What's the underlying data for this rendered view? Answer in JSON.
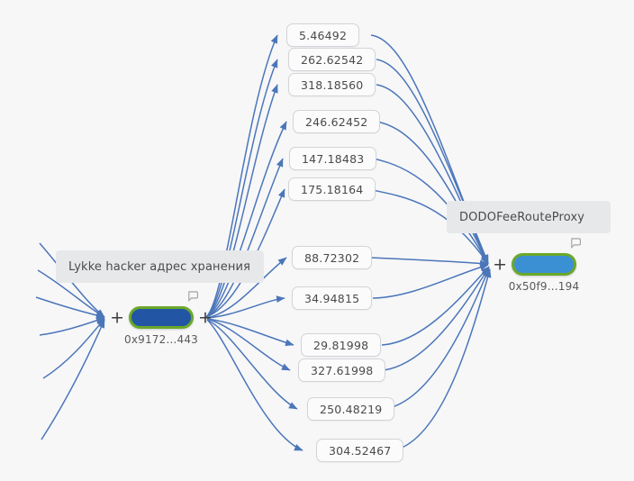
{
  "canvas": {
    "background": "#f7f7f8",
    "edge_color": "#3d6cb4",
    "node_border_color": "#6aa82a"
  },
  "nodes": [
    {
      "id": "source",
      "label": "0x9172...443",
      "tooltip": "Lykke hacker адрес хранения",
      "fill": "#2255a4",
      "expand_left": "+",
      "expand_right": "+",
      "comment_icon": "comment-icon"
    },
    {
      "id": "target",
      "label": "0x50f9...194",
      "tooltip": "DODOFeeRouteProxy",
      "fill": "#3b90d4",
      "expand_left": "+",
      "comment_icon": "comment-icon"
    }
  ],
  "transactions": [
    {
      "value": "5.46492"
    },
    {
      "value": "262.62542"
    },
    {
      "value": "318.18560"
    },
    {
      "value": "246.62452"
    },
    {
      "value": "147.18483"
    },
    {
      "value": "175.18164"
    },
    {
      "value": "88.72302"
    },
    {
      "value": "34.94815"
    },
    {
      "value": "29.81998"
    },
    {
      "value": "327.61998"
    },
    {
      "value": "250.48219"
    },
    {
      "value": "304.52467"
    }
  ]
}
